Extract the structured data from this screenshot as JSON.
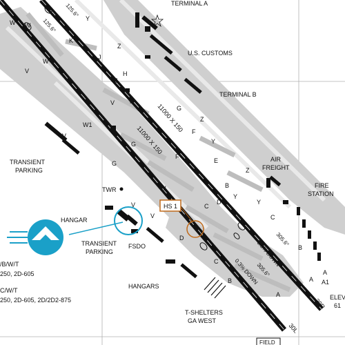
{
  "map": {
    "labels": {
      "terminal_a": "TERMINAL A",
      "us_customs": "U.S. CUSTOMS",
      "terminal_b": "TERMINAL B",
      "air_freight_1": "AIR",
      "air_freight_2": "FREIGHT",
      "fire_station_1": "FIRE",
      "fire_station_2": "STATION",
      "transient_parking_nw_1": "TRANSIENT",
      "transient_parking_nw_2": "PARKING",
      "twr": "TWR",
      "hangar": "HANGAR",
      "transient_parking_s_1": "TRANSIENT",
      "transient_parking_s_2": "PARKING",
      "fsdo": "FSDO",
      "hangars": "HANGARS",
      "t_shelters_1": "T-SHELTERS",
      "t_shelters_2": "GA WEST",
      "hotspot": "HS 1",
      "elev_1": "ELEV",
      "elev_2": "61",
      "field": "FIELD",
      "left_note_1": "/B/W/T",
      "left_note_2": "250, 2D-605",
      "left_note_3": "C/W/T",
      "left_note_4": "250, 2D-605, 2D/2D2-875"
    },
    "runways": {
      "left": {
        "dims": "11000 X 150",
        "heading_top": "125.6°",
        "heading_bottom": "305.6°",
        "slope": "0.3% DOWN",
        "end": "30L"
      },
      "right": {
        "dims": "11000 X 150",
        "heading_top": "125.6°",
        "heading_bottom": "305.6°",
        "slope": "0.3% DOWN",
        "end": "30R"
      }
    },
    "taxiways": {
      "west": [
        "W",
        "V",
        "W",
        "V",
        "W1",
        "V",
        "W",
        "V",
        "W",
        "V"
      ],
      "middle": [
        "H",
        "J",
        "G",
        "G",
        "F",
        "D",
        "C",
        "B",
        "A",
        "C",
        "B",
        "A"
      ],
      "east": [
        "K",
        "J",
        "H",
        "G",
        "F",
        "E",
        "D",
        "C",
        "B",
        "A",
        "A1"
      ],
      "far_east": [
        "Y",
        "Z",
        "Z",
        "Y",
        "Y",
        "Z",
        "Y"
      ]
    },
    "colors": {
      "runway": "#111111",
      "taxiway": "#cfcfcf",
      "apron": "#bdbdbd",
      "building": "#111111",
      "grid": "#b0b0b0",
      "hotspot": "#c06a1a",
      "callout": "#1aa0c8"
    },
    "icons": {
      "customs_flag": "star-icon",
      "tower": "tower-dot-icon",
      "fbo_logo": "fbo-logo-icon"
    }
  }
}
